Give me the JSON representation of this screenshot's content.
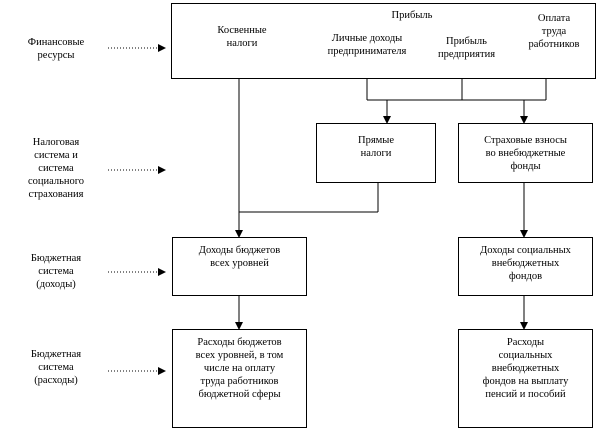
{
  "rows": {
    "financial": [
      "Финансовые",
      "ресурсы"
    ],
    "tax_system": [
      "Налоговая",
      "система и",
      "система",
      "социального",
      "страхования"
    ],
    "budget_income": [
      "Бюджетная",
      "система",
      "(доходы)"
    ],
    "budget_expense": [
      "Бюджетная",
      "система",
      "(расходы)"
    ]
  },
  "top": {
    "indirect_taxes": [
      "Косвенные",
      "налоги"
    ],
    "profit": "Прибыль",
    "personal_income": [
      "Личные доходы",
      "предпринимателя"
    ],
    "enterprise_profit": [
      "Прибыль",
      "предприятия"
    ],
    "labor_pay": [
      "Оплата",
      "труда",
      "работников"
    ]
  },
  "mid": {
    "direct_taxes": [
      "Прямые",
      "налоги"
    ],
    "insurance": [
      "Страховые взносы",
      "во внебюджетные",
      "фонды"
    ]
  },
  "income": {
    "budget_income": [
      "Доходы бюджетов",
      "всех уровней"
    ],
    "social_income": [
      "Доходы социальных",
      "внебюджетных",
      "фондов"
    ]
  },
  "expense": {
    "budget_expense": [
      "Расходы бюджетов",
      "всех уровней, в том",
      "числе на оплату",
      "труда работников",
      "бюджетной сферы"
    ],
    "social_expense": [
      "Расходы",
      "социальных",
      "внебюджетных",
      "фондов на выплату",
      "пенсий и пособий"
    ]
  }
}
